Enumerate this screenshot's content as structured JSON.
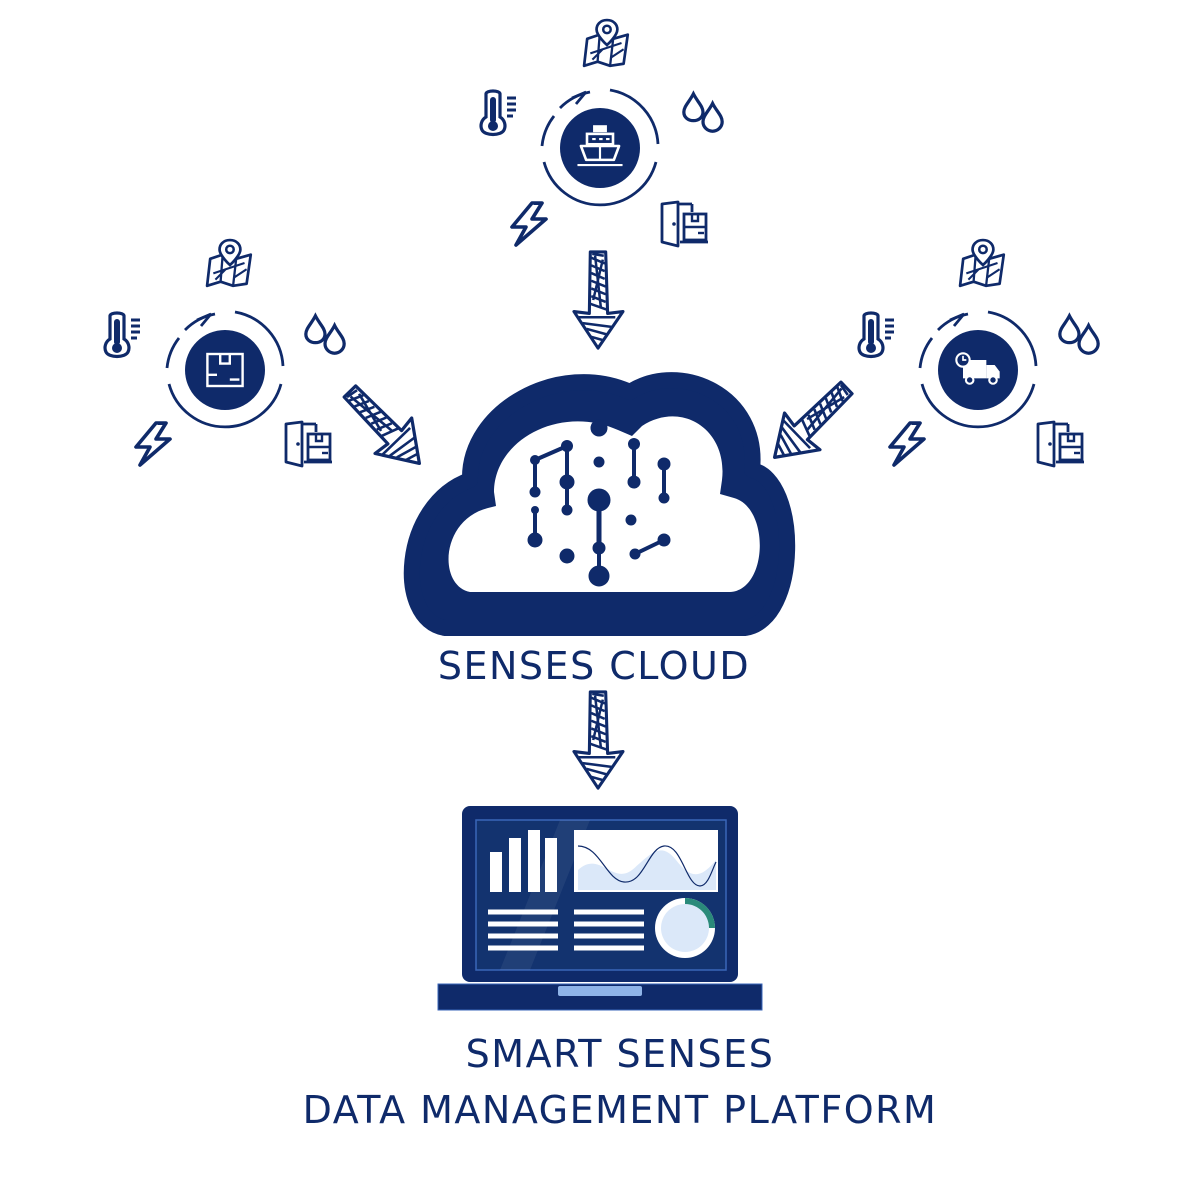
{
  "colors": {
    "navy": "#0f2a6a",
    "light_blue": "#dbe8f9",
    "screen_blue": "#1a3f8f",
    "accent_green": "#2a8a7a",
    "white": "#ffffff"
  },
  "cloud": {
    "label": "SENSES CLOUD",
    "icon": "cloud-data-network-icon"
  },
  "platform": {
    "line1": "SMART SENSES",
    "line2": "DATA MANAGEMENT PLATFORM",
    "icon": "laptop-dashboard-icon"
  },
  "hubs": [
    {
      "name": "warehouse",
      "center_icon": "warehouse-floorplan-icon",
      "sensors": [
        "location-map-icon",
        "temperature-icon",
        "humidity-icon",
        "power-icon",
        "door-cargo-icon"
      ]
    },
    {
      "name": "ship",
      "center_icon": "cargo-ship-icon",
      "sensors": [
        "location-map-icon",
        "temperature-icon",
        "humidity-icon",
        "power-icon",
        "door-cargo-icon"
      ]
    },
    {
      "name": "truck",
      "center_icon": "delivery-truck-icon",
      "sensors": [
        "location-map-icon",
        "temperature-icon",
        "humidity-icon",
        "power-icon",
        "door-cargo-icon"
      ]
    }
  ]
}
